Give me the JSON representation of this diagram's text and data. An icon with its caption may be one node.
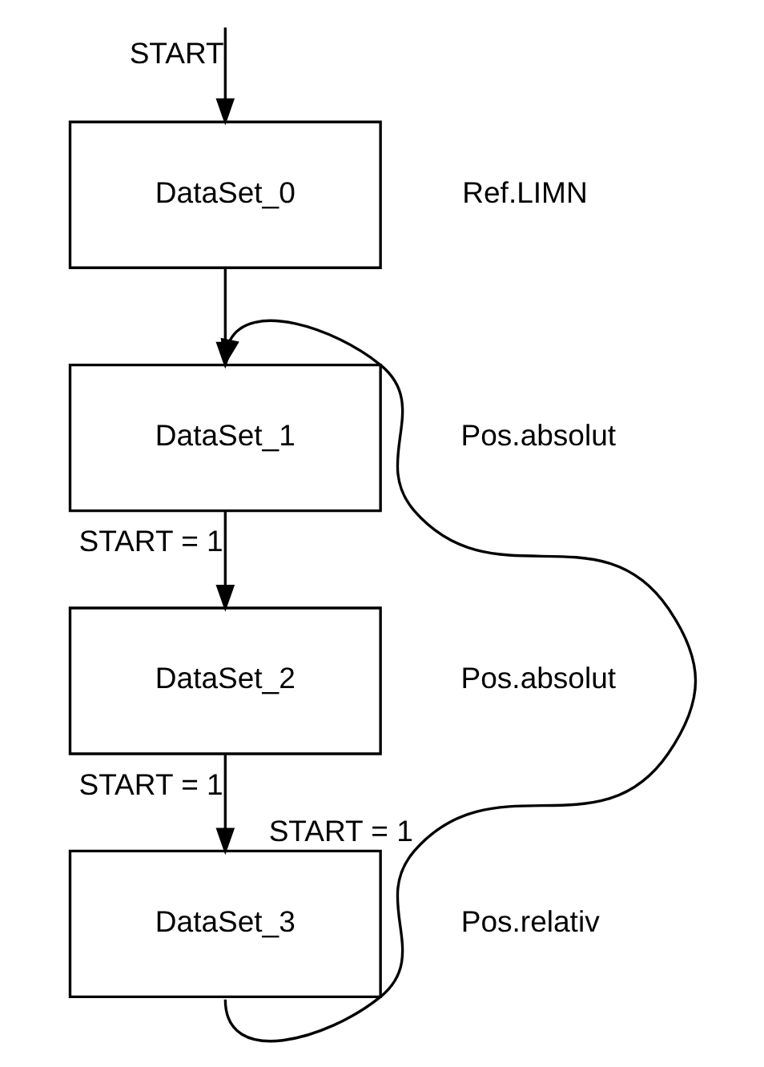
{
  "diagram": {
    "nodes": [
      {
        "text": [
          "DataSet_0"
        ],
        "beside": [
          "Ref.LIMN"
        ]
      },
      {
        "text": [
          "DataSet_1"
        ],
        "beside": [
          "Pos.absolut"
        ]
      },
      {
        "text": [
          "DataSet_2"
        ],
        "beside": [
          "Pos.absolut"
        ]
      },
      {
        "text": [
          "DataSet_3"
        ],
        "beside": [
          "Pos.relativ"
        ]
      }
    ],
    "edges": [
      {
        "from": null,
        "to": 0,
        "arrow": "to",
        "label": "START"
      },
      {
        "from": 0,
        "to": 1,
        "arrow": "to"
      },
      {
        "from": 1,
        "to": 2,
        "arrow": "to",
        "label": "START = 1"
      },
      {
        "from": 2,
        "to": 3,
        "arrow": "to",
        "label": "START = 1"
      },
      {
        "from": 3,
        "to": 1,
        "arrow": "to",
        "label": "START = 1"
      }
    ]
  }
}
